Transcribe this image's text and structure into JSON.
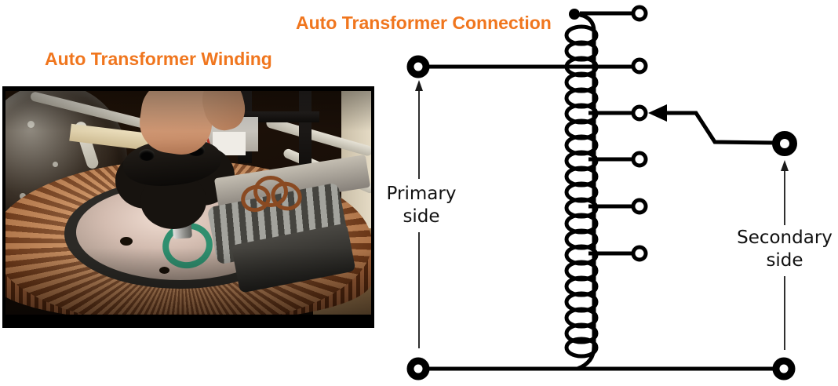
{
  "titles": {
    "winding": "Auto Transformer Winding",
    "connection": "Auto Transformer Connection"
  },
  "annotations": {
    "primary": {
      "line1": "Primary",
      "line2": "side"
    },
    "secondary": {
      "line1": "Secondary",
      "line2": "side"
    }
  },
  "diagram": {
    "tap_count": 6,
    "terminal_count": 4
  },
  "colors": {
    "title_orange": "#F0761E",
    "schematic_black": "#000000",
    "photo_copper": "#b5764a"
  }
}
